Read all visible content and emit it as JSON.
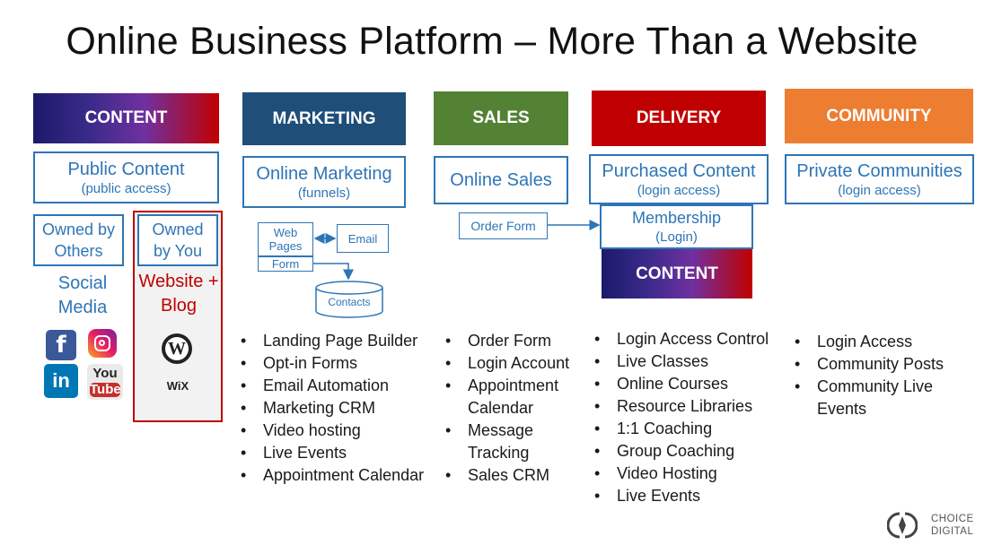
{
  "title": "Online Business Platform – More Than a Website",
  "columns": {
    "content": {
      "header": "CONTENT",
      "main": "Public Content",
      "sub": "(public access)",
      "owned_others": "Owned by Others",
      "owned_you": "Owned by You",
      "social_media": "Social Media",
      "website_blog": "Website + Blog",
      "wix_label": "WiX",
      "youtube_label_1": "You",
      "youtube_label_2": "Tube"
    },
    "marketing": {
      "header": "MARKETING",
      "main": "Online Marketing",
      "sub": "(funnels)",
      "web_pages": "Web Pages",
      "form": "Form",
      "email": "Email",
      "contacts": "Contacts",
      "items": [
        "Landing Page Builder",
        "Opt-in Forms",
        "Email Automation",
        "Marketing CRM",
        "Video hosting",
        "Live Events",
        "Appointment Calendar"
      ]
    },
    "sales": {
      "header": "SALES",
      "main": "Online Sales",
      "order_form": "Order Form",
      "items": [
        "Order Form",
        "Login Account",
        "Appointment Calendar",
        "Message Tracking",
        "Sales CRM"
      ]
    },
    "delivery": {
      "header": "DELIVERY",
      "main": "Purchased Content",
      "sub": "(login access)",
      "membership": "Membership",
      "membership_sub": "(Login)",
      "content_header": "CONTENT",
      "items": [
        "Login Access Control",
        "Live Classes",
        "Online Courses",
        "Resource Libraries",
        "1:1 Coaching",
        "Group Coaching",
        "Video Hosting",
        "Live Events"
      ]
    },
    "community": {
      "header": "COMMUNITY",
      "main": "Private Communities",
      "sub": "(login access)",
      "items": [
        "Login Access",
        "Community Posts",
        "Community Live Events"
      ]
    }
  },
  "logo": {
    "line1": "CHOICE",
    "line2": "DIGITAL"
  },
  "colors": {
    "marketing": "#1f4e79",
    "sales": "#548235",
    "delivery": "#c00000",
    "community": "#ed7d31",
    "accent_blue": "#2e75b6",
    "owned_red": "#c00000"
  },
  "icons": [
    "facebook-icon",
    "instagram-icon",
    "linkedin-icon",
    "youtube-icon",
    "wordpress-icon",
    "wix-logo",
    "choice-digital-logo"
  ]
}
